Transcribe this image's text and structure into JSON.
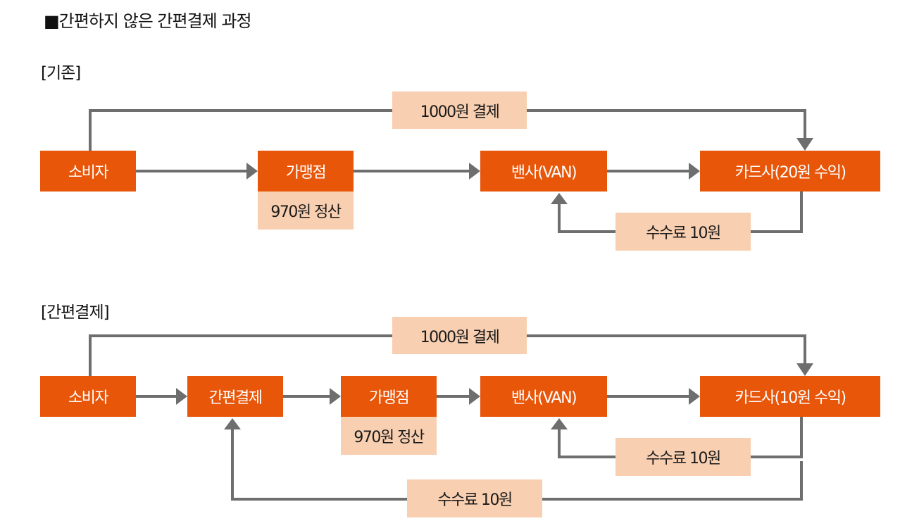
{
  "title": "■간편하지 않은 간편결제 과정",
  "colors": {
    "node": "#e8560a",
    "label": "#f8cfb0",
    "line": "#6e6e6e"
  },
  "sections": [
    {
      "label": "[기존]",
      "nodes": {
        "consumer": "소비자",
        "merchant": "가맹점",
        "van": "밴사(VAN)",
        "card": "카드사(20원 수익)"
      },
      "labels": {
        "payment": "1000원 결제",
        "settlement": "970원 정산",
        "fee_van": "수수료 10원"
      }
    },
    {
      "label": "[간편결제]",
      "nodes": {
        "consumer": "소비자",
        "easypay": "간편결제",
        "merchant": "가맹점",
        "van": "밴사(VAN)",
        "card": "카드사(10원 수익)"
      },
      "labels": {
        "payment": "1000원 결제",
        "settlement": "970원 정산",
        "fee_van": "수수료 10원",
        "fee_easypay": "수수료 10원"
      }
    }
  ]
}
